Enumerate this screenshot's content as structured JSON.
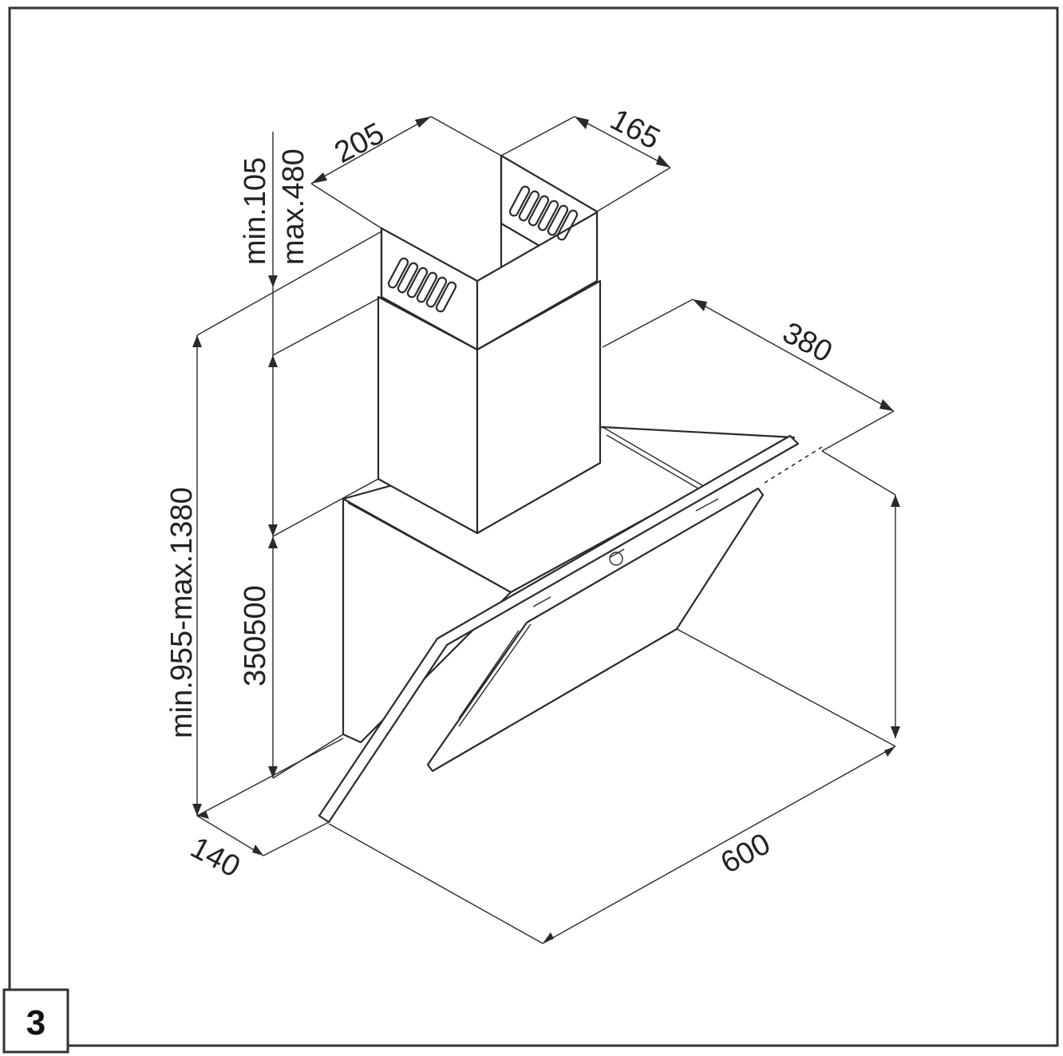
{
  "figure_number": "3",
  "dimensions": {
    "chimney_width": "205",
    "chimney_depth": "165",
    "chimney_top_min": "min.105",
    "chimney_top_max": "max.480",
    "total_height": "min.955-max.1380",
    "chimney_lower": "350500",
    "hood_depth": "380",
    "bottom_depth": "140",
    "hood_width": "600"
  }
}
